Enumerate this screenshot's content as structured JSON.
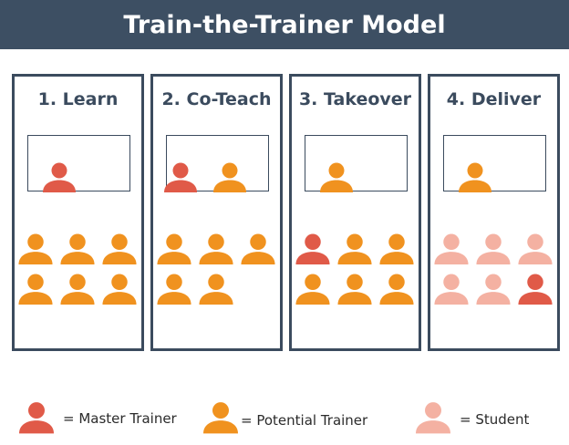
{
  "header": {
    "title": "Train-the-Trainer Model"
  },
  "colors": {
    "master": "#e05a48",
    "potential": "#f0921f",
    "student": "#f4b1a2",
    "border": "#3b4b5e",
    "header_bg": "#3d4f63"
  },
  "panels": [
    {
      "title": "1. Learn",
      "board": [
        "master"
      ],
      "audience": [
        "potential",
        "potential",
        "potential",
        "potential",
        "potential",
        "potential"
      ]
    },
    {
      "title": "2. Co-Teach",
      "board": [
        "master",
        "potential"
      ],
      "audience": [
        "potential",
        "potential",
        "potential",
        "potential",
        "potential"
      ]
    },
    {
      "title": "3. Takeover",
      "board": [
        "potential"
      ],
      "audience": [
        "master",
        "potential",
        "potential",
        "potential",
        "potential",
        "potential"
      ]
    },
    {
      "title": "4. Deliver",
      "board": [
        "potential"
      ],
      "audience": [
        "student",
        "student",
        "student",
        "student",
        "student",
        "master"
      ]
    }
  ],
  "legend": [
    {
      "role": "master",
      "label": "= Master Trainer"
    },
    {
      "role": "potential",
      "label": "=  Potential Trainer"
    },
    {
      "role": "student",
      "label": "= Student"
    }
  ]
}
